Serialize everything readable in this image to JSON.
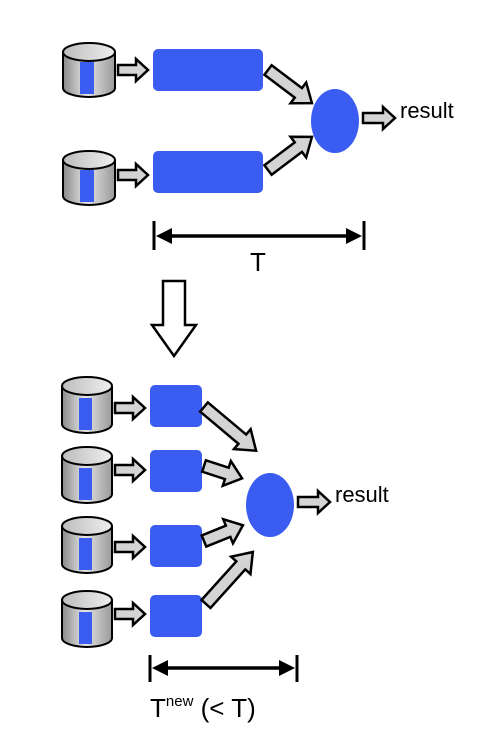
{
  "top": {
    "result_label": "result",
    "time_label": "T"
  },
  "bottom": {
    "result_label": "result",
    "time_label_main": "T",
    "time_label_sup": "new",
    "time_label_suffix": " (< T)"
  },
  "colors": {
    "process_fill": "#3a5cf0",
    "arrow_fill": "#d4d4d4",
    "arrow_stroke": "#000000",
    "cylinder_body": "#c8c8c8",
    "cylinder_stripe": "#3a5cf0"
  }
}
